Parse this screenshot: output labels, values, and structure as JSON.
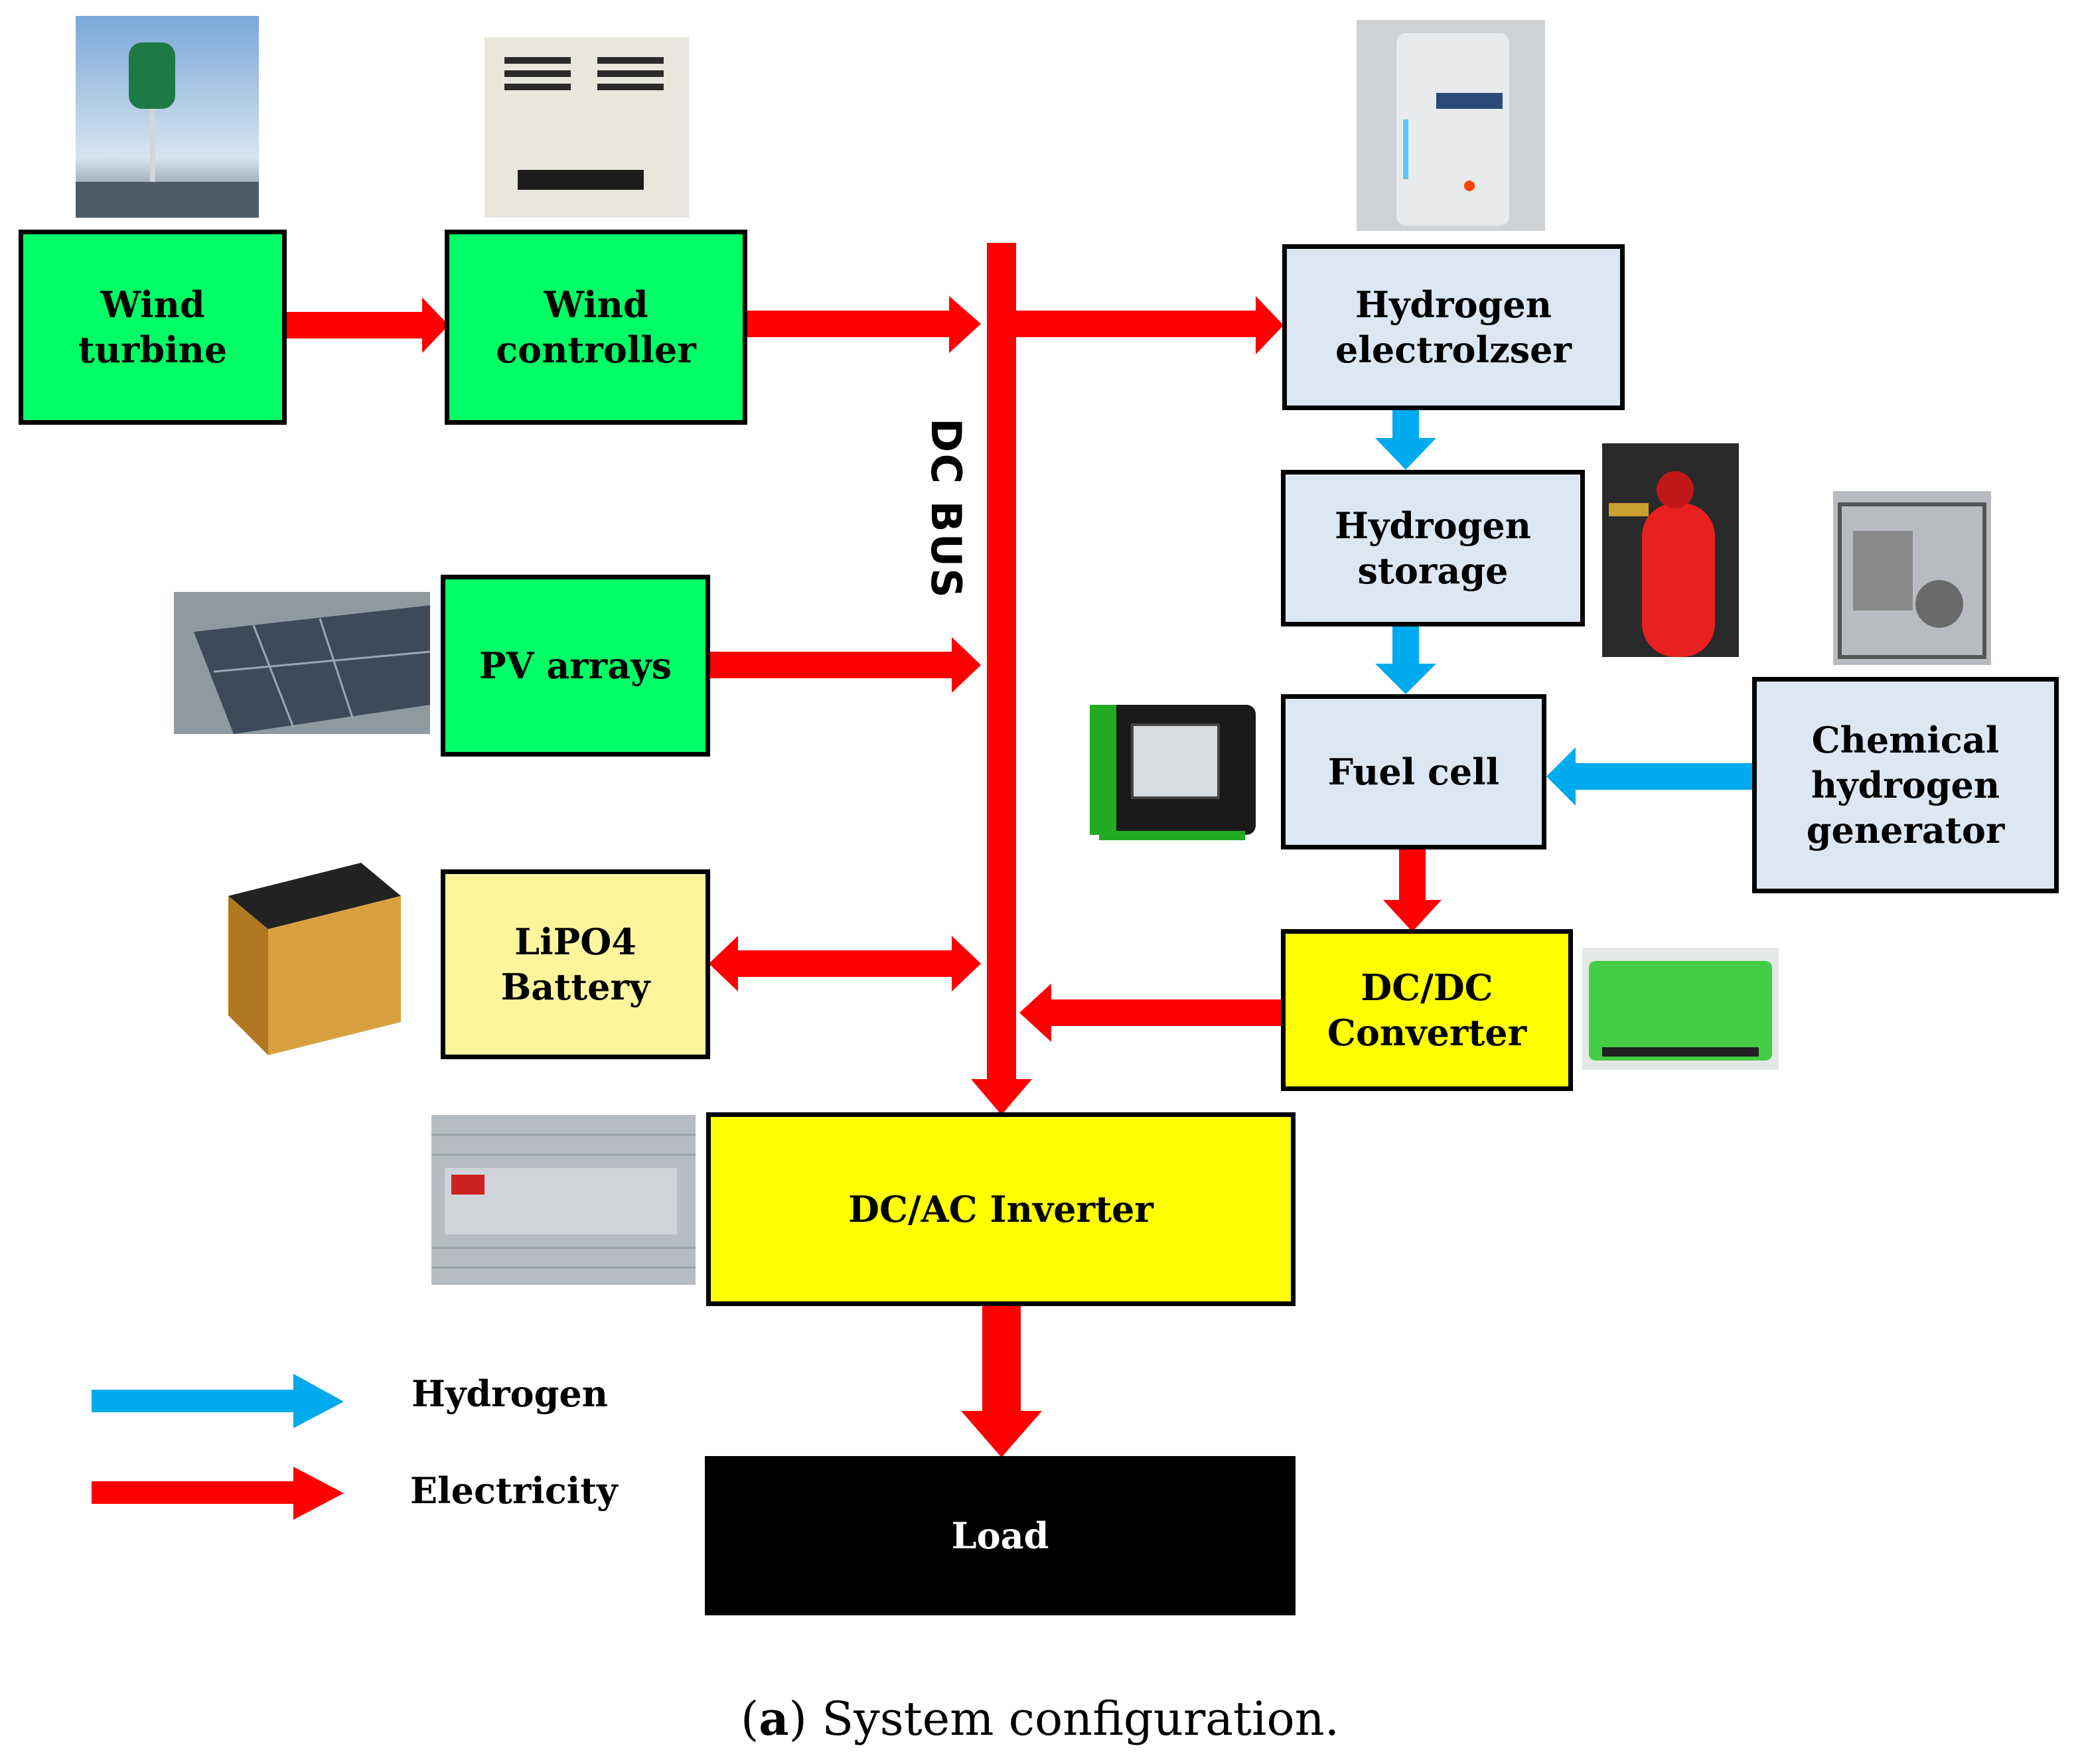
{
  "blocks": {
    "wind_turbine": "Wind\nturbine",
    "wind_controller": "Wind\ncontroller",
    "pv_arrays": "PV arrays",
    "lipo_battery": "LiPO4\nBattery",
    "hydrogen_electrolyzer": "Hydrogen\nelectrolzser",
    "hydrogen_storage": "Hydrogen\nstorage",
    "fuel_cell": "Fuel cell",
    "chemical_generator": "Chemical\nhydrogen\ngenerator",
    "dcdc_converter": "DC/DC\nConverter",
    "dcac_inverter": "DC/AC Inverter",
    "load": "Load"
  },
  "bus_label": "DC BUS",
  "legend": {
    "hydrogen": "Hydrogen",
    "electricity": "Electricity"
  },
  "caption": {
    "letter": "a",
    "text": " System configuration."
  },
  "colors": {
    "electricity": "#ff0000",
    "hydrogen": "#00aaee",
    "renewable_block": "#00ff66",
    "hydrogen_block": "#dbe8f4",
    "battery_block": "#fdf59c",
    "converter_block": "#ffff00",
    "load_block": "#000000"
  }
}
